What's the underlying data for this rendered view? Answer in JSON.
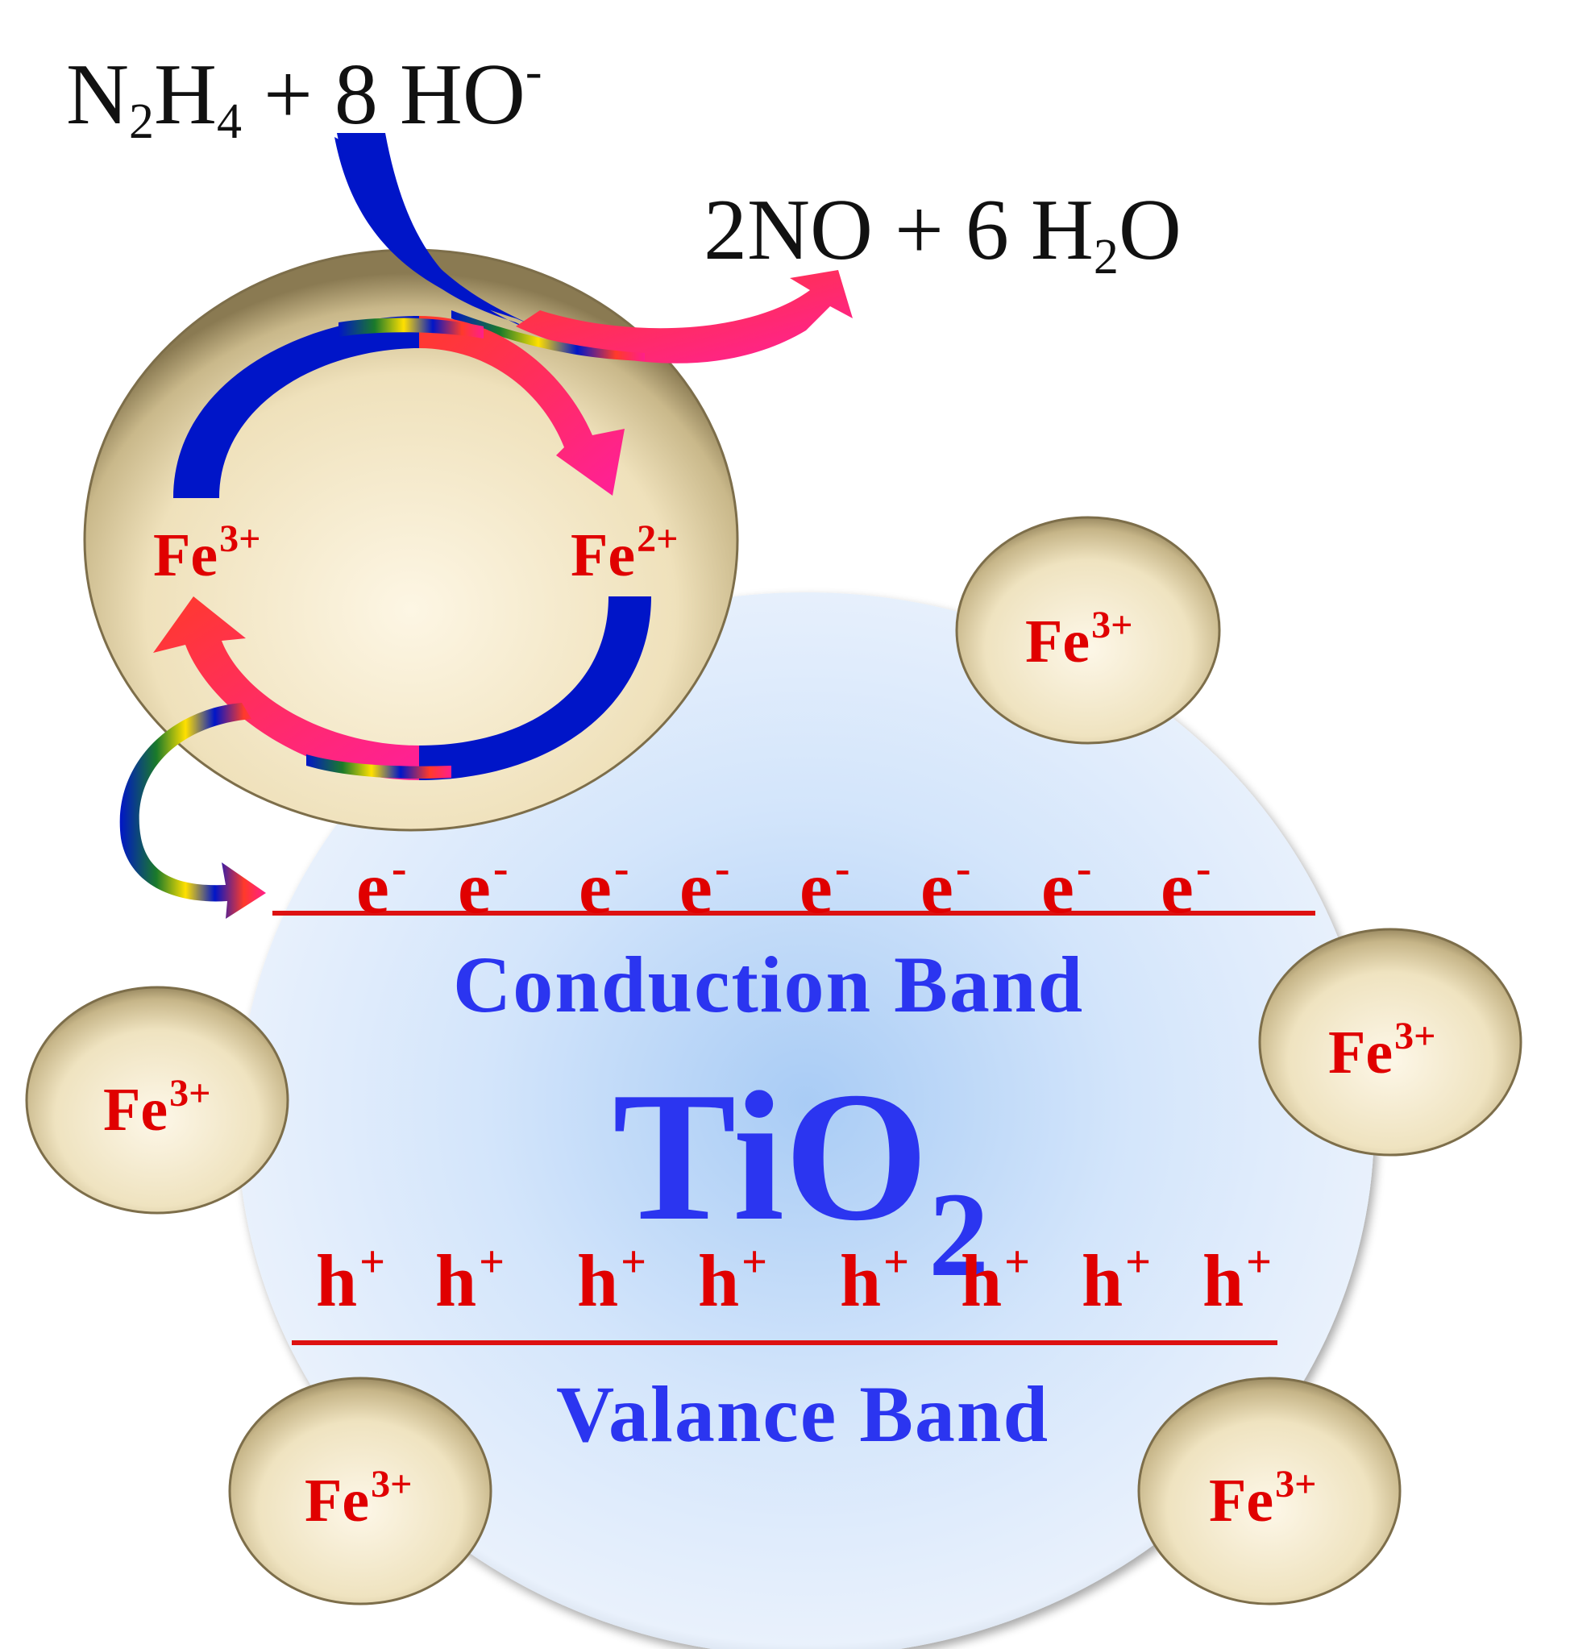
{
  "reactants": {
    "n2h4": {
      "base1": "N",
      "sub1": "2",
      "base2": "H",
      "sub2": "4"
    },
    "plus": "+",
    "ho": {
      "coef": "8",
      "formula": "HO",
      "charge": "-"
    }
  },
  "products": {
    "no": {
      "coef": "2",
      "formula": "NO"
    },
    "plus": "+",
    "water": {
      "coef": "6",
      "base1": "H",
      "sub1": "2",
      "base2": "O"
    }
  },
  "iron_ions": {
    "cycle_left": {
      "symbol": "Fe",
      "charge": "3+"
    },
    "cycle_right": {
      "symbol": "Fe",
      "charge": "2+"
    },
    "particles": [
      {
        "symbol": "Fe",
        "charge": "3+"
      },
      {
        "symbol": "Fe",
        "charge": "3+"
      },
      {
        "symbol": "Fe",
        "charge": "3+"
      },
      {
        "symbol": "Fe",
        "charge": "3+"
      },
      {
        "symbol": "Fe",
        "charge": "3+"
      }
    ]
  },
  "electrons": [
    {
      "symbol": "e",
      "charge": "-"
    },
    {
      "symbol": "e",
      "charge": "-"
    },
    {
      "symbol": "e",
      "charge": "-"
    },
    {
      "symbol": "e",
      "charge": "-"
    },
    {
      "symbol": "e",
      "charge": "-"
    },
    {
      "symbol": "e",
      "charge": "-"
    },
    {
      "symbol": "e",
      "charge": "-"
    },
    {
      "symbol": "e",
      "charge": "-"
    }
  ],
  "holes": [
    {
      "symbol": "h",
      "charge": "+"
    },
    {
      "symbol": "h",
      "charge": "+"
    },
    {
      "symbol": "h",
      "charge": "+"
    },
    {
      "symbol": "h",
      "charge": "+"
    },
    {
      "symbol": "h",
      "charge": "+"
    },
    {
      "symbol": "h",
      "charge": "+"
    },
    {
      "symbol": "h",
      "charge": "+"
    },
    {
      "symbol": "h",
      "charge": "+"
    }
  ],
  "labels": {
    "conduction_band": "Conduction Band",
    "valence_band": "Valance Band",
    "semiconductor": {
      "base": "TiO",
      "sub": "2"
    }
  },
  "colors": {
    "ion_text": "#e00000",
    "band_text": "#2b35f0",
    "band_line": "#dd1111",
    "cycle_arrow_blue": "#0015c8",
    "cycle_arrow_magenta": "#ff1f8a",
    "particle_fill": "#efe3c0",
    "tio2_fill": "#b5d3f7"
  }
}
